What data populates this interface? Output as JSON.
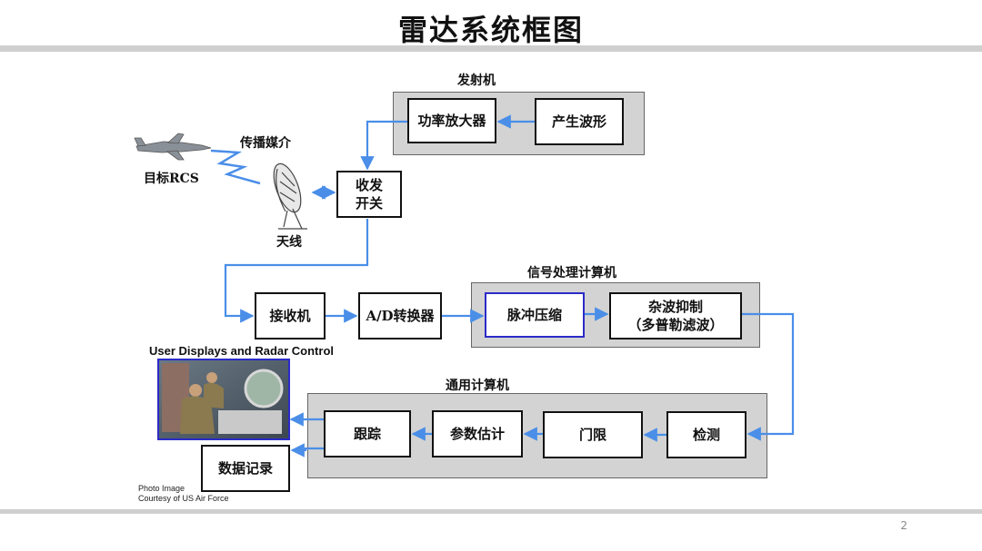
{
  "title": "雷达系统框图",
  "page_number": "2",
  "panels": {
    "transmitter": "发射机",
    "signal_processing": "信号处理计算机",
    "general_computer": "通用计算机"
  },
  "blocks": {
    "power_amp": "功率放大器",
    "waveform": "产生波形",
    "duplexer_l1": "收发",
    "duplexer_l2": "开关",
    "receiver": "接收机",
    "adc": "A/D转换器",
    "pulse_compression": "脉冲压缩",
    "clutter_l1": "杂波抑制",
    "clutter_l2": "（多普勒滤波）",
    "detection": "检测",
    "threshold": "门限",
    "param_est": "参数估计",
    "tracking": "跟踪",
    "data_record": "数据记录"
  },
  "labels": {
    "target": "目标RCS",
    "medium": "传播媒介",
    "antenna": "天线",
    "user_displays": "User Displays and Radar Control",
    "photo_credit_l1": "Photo Image",
    "photo_credit_l2": "Courtesy of US Air Force"
  },
  "colors": {
    "arrow": "#4a8ee8",
    "panel": "#d3d3d3",
    "highlight_border": "#2b2bc8"
  }
}
